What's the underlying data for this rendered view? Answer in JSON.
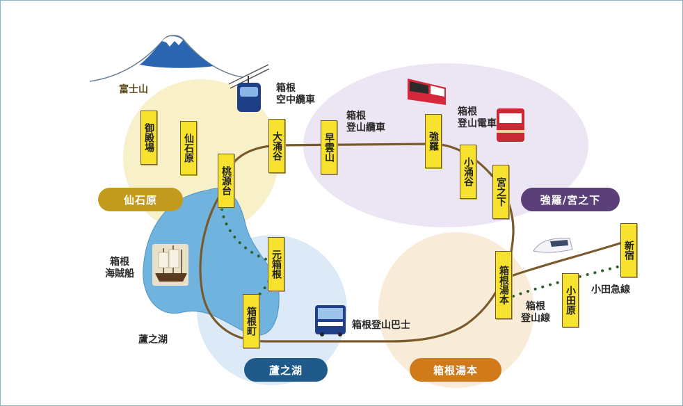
{
  "areas": {
    "sengokuhara": "仙石原",
    "gora_miyanoshita": "強羅/宮之下",
    "ashinoko": "蘆之湖",
    "hakone_yumoto": "箱根湯本"
  },
  "stations": {
    "gotemba": "御殿場",
    "sengokuhara": "仙石原",
    "togendai": "桃源台",
    "owakudani": "大涌谷",
    "sounzan": "早雲山",
    "gora": "強羅",
    "kowakudani": "小涌谷",
    "miyanoshita": "宮之下",
    "motohakone": "元箱根",
    "hakonemachi": "箱根町",
    "hakone_yumoto": "箱根湯本",
    "odawara": "小田原",
    "shinjuku": "新宿"
  },
  "labels": {
    "fuji": "富士山",
    "ropeway": "箱根\n空中纜車",
    "cablecar": "箱根\n登山纜車",
    "tozan_train": "箱根\n登山電車",
    "pirate_ship": "箱根\n海賊船",
    "lake": "蘆之湖",
    "bus": "箱根登山巴士",
    "tozan_line": "箱根\n登山線",
    "odakyu": "小田急線"
  },
  "colors": {
    "route": "#7a5a2c",
    "zone_yellow": "#f8f0c8",
    "zone_purple": "#ebe4f2",
    "zone_blue": "#dbeaf6",
    "zone_peach": "#f8ecd8",
    "lake": "#5fa8d8",
    "pill_sengokuhara": "#c29a1e",
    "pill_gora": "#5b3f78",
    "pill_ashinoko": "#1f5a8a",
    "pill_yumoto": "#d07a1a",
    "station_fill": "#f7e22f"
  },
  "icons": [
    "mount-fuji-icon",
    "ropeway-gondola-icon",
    "cablecar-icon",
    "mountain-train-icon",
    "pirate-ship-icon",
    "bus-icon",
    "romancecar-train-icon"
  ]
}
